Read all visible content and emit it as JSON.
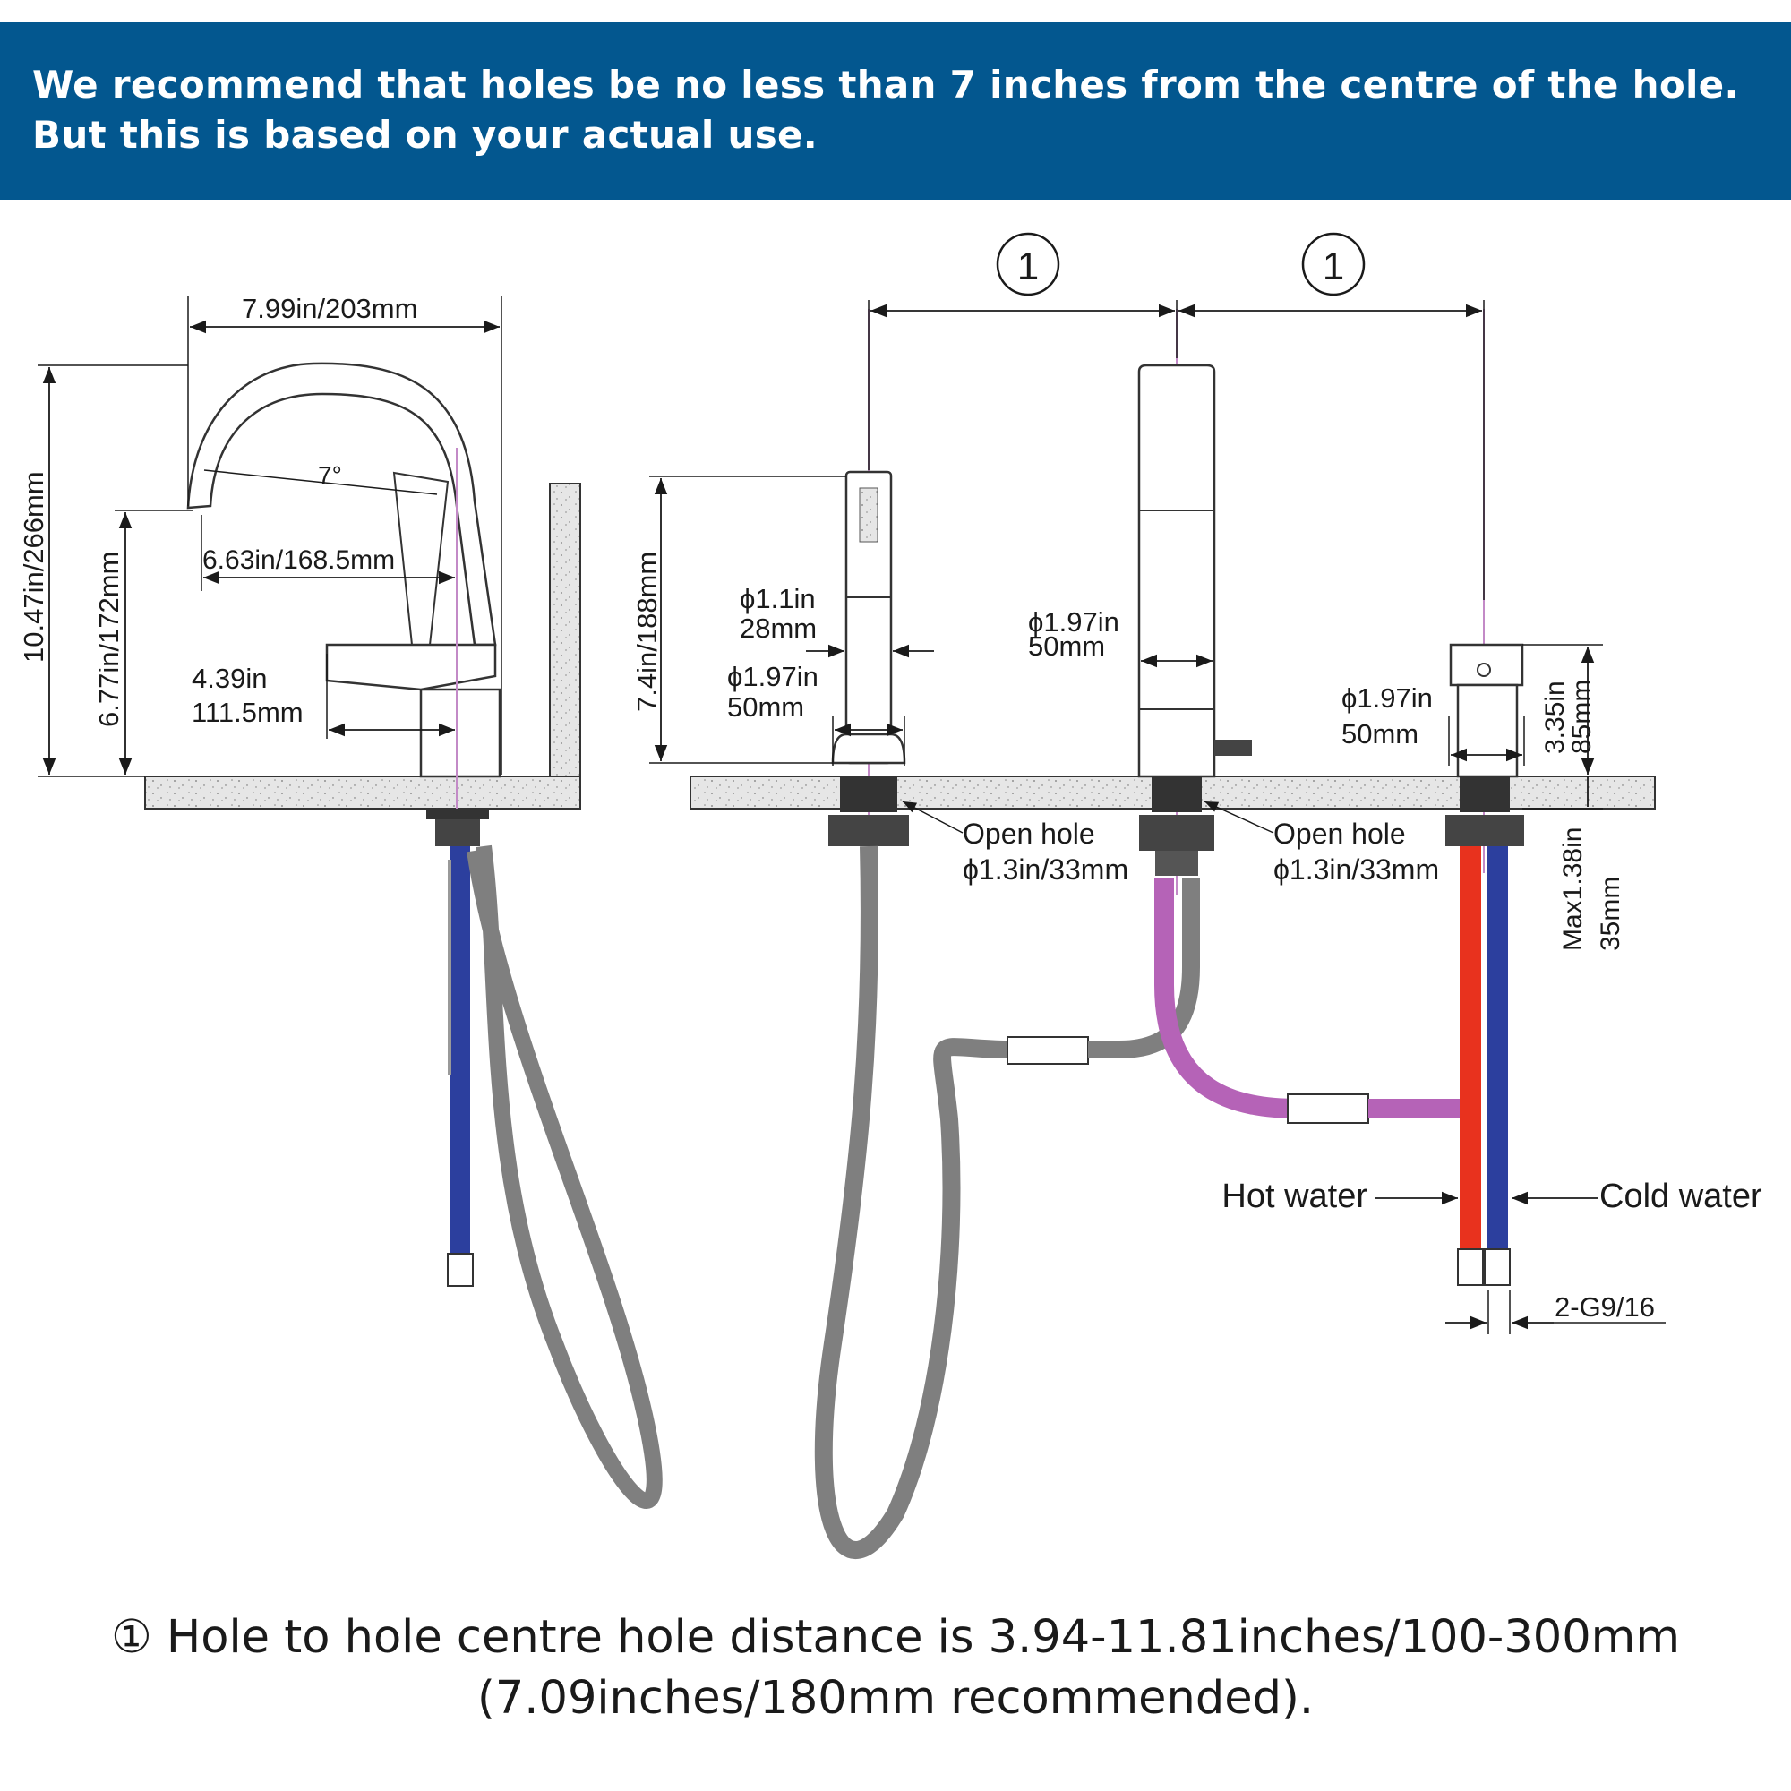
{
  "banner": {
    "line1": "We recommend that holes be no less than 7 inches from the centre of the hole.",
    "line2": "But this is based on your actual use."
  },
  "circled_marker": "①",
  "side_view": {
    "width": "7.99in/203mm",
    "angle": "7°",
    "height_total": "10.47in/266mm",
    "height_spout": "6.77in/172mm",
    "reach": "6.63in/168.5mm",
    "handle_in": "4.39in",
    "handle_mm": "111.5mm"
  },
  "front_view": {
    "sprayer_height": "7.4in/188mm",
    "sprayer_dia_small_in": "ϕ1.1in",
    "sprayer_dia_small_mm": "28mm",
    "sprayer_dia_base_in": "ϕ1.97in",
    "sprayer_dia_base_mm": "50mm",
    "spout_dia_in": "ϕ1.97in",
    "spout_dia_mm": "50mm",
    "handle_dia_in": "ϕ1.97in",
    "handle_dia_mm": "50mm",
    "handle_height_in": "3.35in",
    "handle_height_mm": "85mm",
    "open_hole_label": "Open hole",
    "open_hole_size": "ϕ1.3in/33mm",
    "max_thickness_in": "Max1.38in",
    "max_thickness_mm": "35mm",
    "hot_water": "Hot water",
    "cold_water": "Cold water",
    "thread": "2-G9/16"
  },
  "colors": {
    "banner": "#03578f",
    "hot": "#e8321e",
    "cold": "#2c3f9e",
    "mixed": "#b563b7",
    "hose": "#7f7f7f"
  },
  "footnote": {
    "line1": "① Hole to hole centre hole distance is 3.94-11.81inches/100-300mm",
    "line2": "(7.09inches/180mm recommended)."
  }
}
